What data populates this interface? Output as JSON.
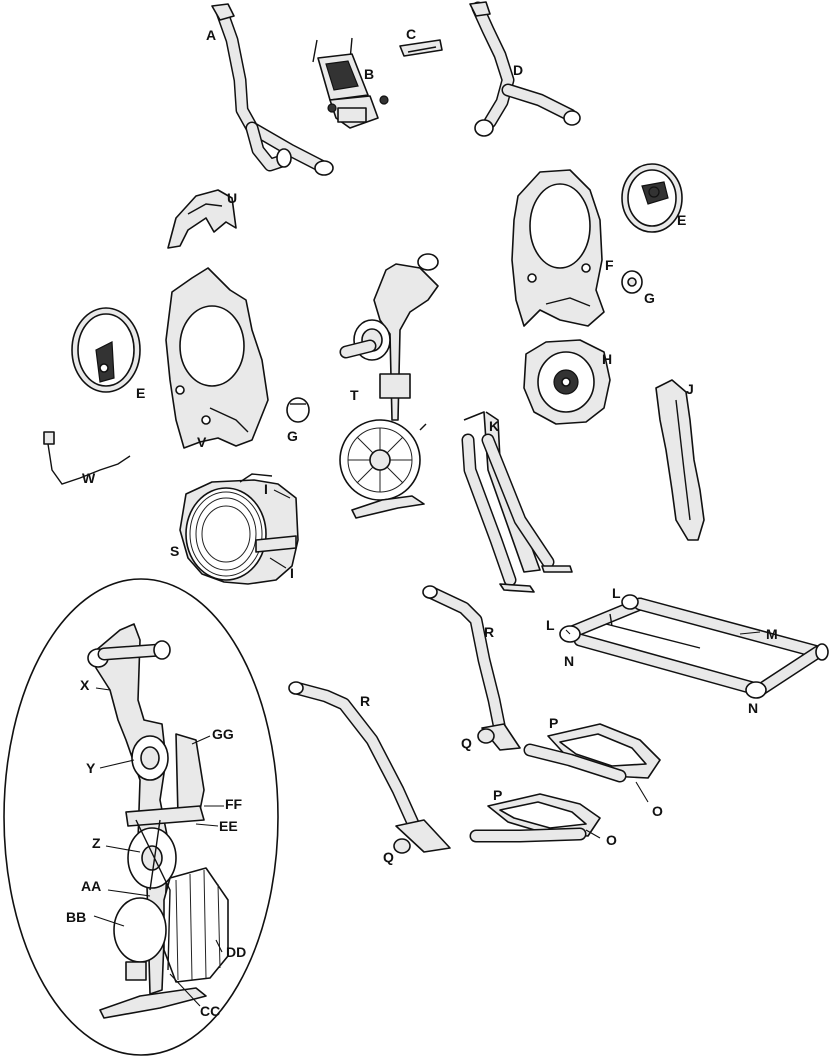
{
  "labels": {
    "A": "A",
    "B": "B",
    "C": "C",
    "D": "D",
    "E": "E",
    "F": "F",
    "G": "G",
    "H": "H",
    "I": "I",
    "J": "J",
    "K": "K",
    "L": "L",
    "M": "M",
    "N": "N",
    "O": "O",
    "P": "P",
    "Q": "Q",
    "R": "R",
    "S": "S",
    "T": "T",
    "U": "U",
    "V": "V",
    "W": "W",
    "X": "X",
    "Y": "Y",
    "Z": "Z",
    "AA": "AA",
    "BB": "BB",
    "CC": "CC",
    "DD": "DD",
    "EE": "EE",
    "FF": "FF",
    "GG": "GG"
  }
}
